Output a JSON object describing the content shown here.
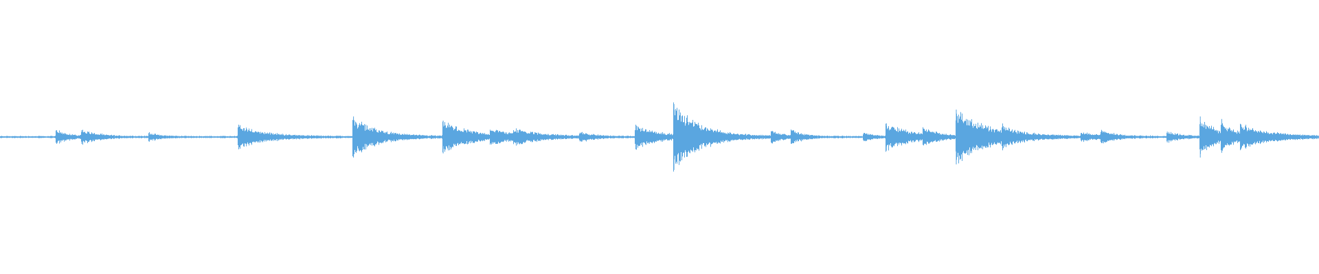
{
  "colors": {
    "background": "#ffffff",
    "waveform": "#5aa6e0"
  },
  "chart_data": {
    "type": "area",
    "description_free": true,
    "title": "",
    "xlabel": "",
    "ylabel": "",
    "ylim": [
      -1,
      1
    ],
    "xlim": [
      0,
      1
    ],
    "grid": false,
    "legend": "none",
    "baseline_amplitude": 0.008,
    "events": [
      {
        "t": 0.043,
        "amp": 0.05,
        "decay": 0.01
      },
      {
        "t": 0.062,
        "amp": 0.05,
        "decay": 0.012
      },
      {
        "t": 0.113,
        "amp": 0.03,
        "decay": 0.008
      },
      {
        "t": 0.181,
        "amp": 0.09,
        "decay": 0.02
      },
      {
        "t": 0.268,
        "amp": 0.15,
        "decay": 0.018
      },
      {
        "t": 0.336,
        "amp": 0.12,
        "decay": 0.02
      },
      {
        "t": 0.372,
        "amp": 0.04,
        "decay": 0.02
      },
      {
        "t": 0.39,
        "amp": 0.04,
        "decay": 0.02
      },
      {
        "t": 0.44,
        "amp": 0.03,
        "decay": 0.01
      },
      {
        "t": 0.482,
        "amp": 0.09,
        "decay": 0.018
      },
      {
        "t": 0.511,
        "amp": 0.24,
        "decay": 0.02
      },
      {
        "t": 0.585,
        "amp": 0.04,
        "decay": 0.008
      },
      {
        "t": 0.6,
        "amp": 0.05,
        "decay": 0.008
      },
      {
        "t": 0.655,
        "amp": 0.03,
        "decay": 0.008
      },
      {
        "t": 0.672,
        "amp": 0.1,
        "decay": 0.02
      },
      {
        "t": 0.7,
        "amp": 0.05,
        "decay": 0.01
      },
      {
        "t": 0.725,
        "amp": 0.2,
        "decay": 0.025
      },
      {
        "t": 0.76,
        "amp": 0.04,
        "decay": 0.01
      },
      {
        "t": 0.82,
        "amp": 0.03,
        "decay": 0.01
      },
      {
        "t": 0.835,
        "amp": 0.04,
        "decay": 0.012
      },
      {
        "t": 0.885,
        "amp": 0.04,
        "decay": 0.01
      },
      {
        "t": 0.91,
        "amp": 0.15,
        "decay": 0.012
      },
      {
        "t": 0.926,
        "amp": 0.09,
        "decay": 0.01
      },
      {
        "t": 0.941,
        "amp": 0.07,
        "decay": 0.025
      }
    ]
  }
}
